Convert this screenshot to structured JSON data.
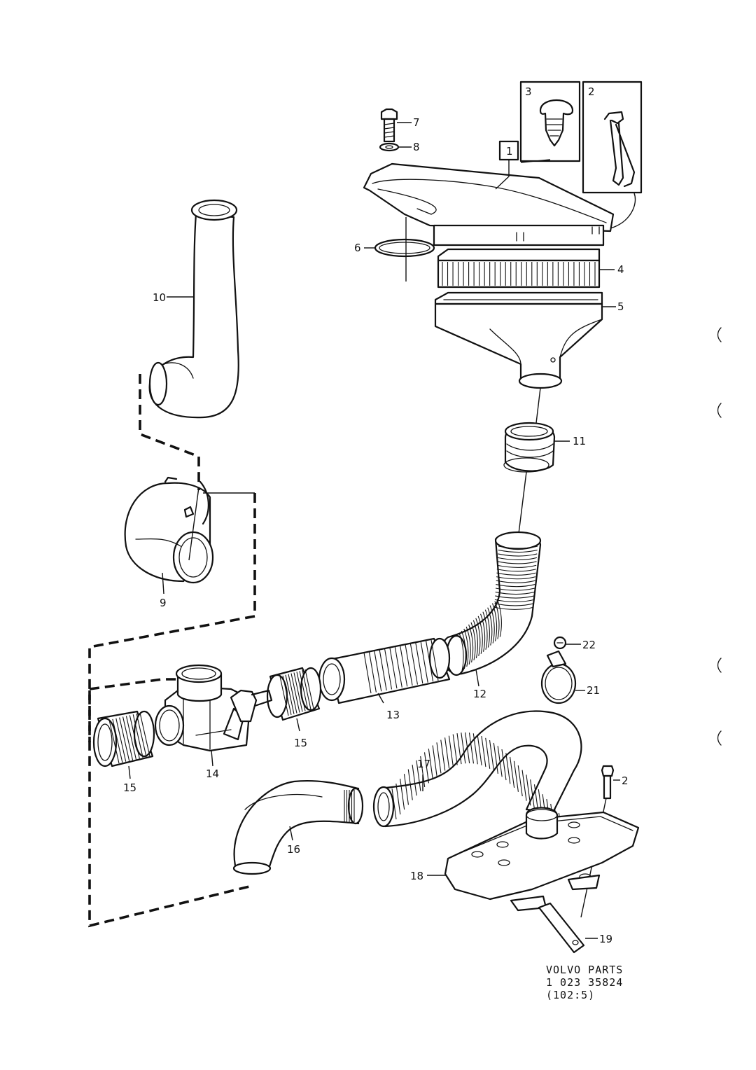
{
  "part_numbers": {
    "p1": "1",
    "p2_box": "2",
    "p2": "2",
    "p3": "3",
    "p4": "4",
    "p5": "5",
    "p6": "6",
    "p7": "7",
    "p8": "8",
    "p9": "9",
    "p10": "10",
    "p11": "11",
    "p12": "12",
    "p13": "13",
    "p14": "14",
    "p15a": "15",
    "p15b": "15",
    "p16": "16",
    "p17": "17",
    "p18": "18",
    "p19": "19",
    "p21": "21",
    "p22": "22"
  },
  "footer": {
    "line1": "VOLVO PARTS",
    "line2": "1 023 35824",
    "line3": "(102:5)"
  }
}
